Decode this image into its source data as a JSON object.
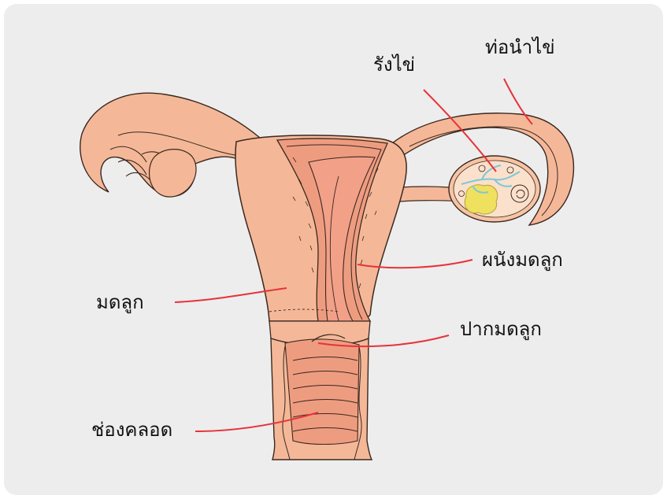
{
  "labels": {
    "fallopian_tube": "ท่อนำไข่",
    "ovary": "รังไข่",
    "uterine_wall": "ผนังมดลูก",
    "uterus": "มดลูก",
    "cervix": "ปากมดลูก",
    "vagina": "ช่องคลอด"
  },
  "colors": {
    "background": "#ededed",
    "tissue": "#f4b898",
    "tissue_dark": "#ee9c80",
    "wall_inner": "#f2a088",
    "outline": "#3a2820",
    "leader_line": "#e8323a",
    "follicle": "#f0e060",
    "vein": "#7cc8d8"
  }
}
